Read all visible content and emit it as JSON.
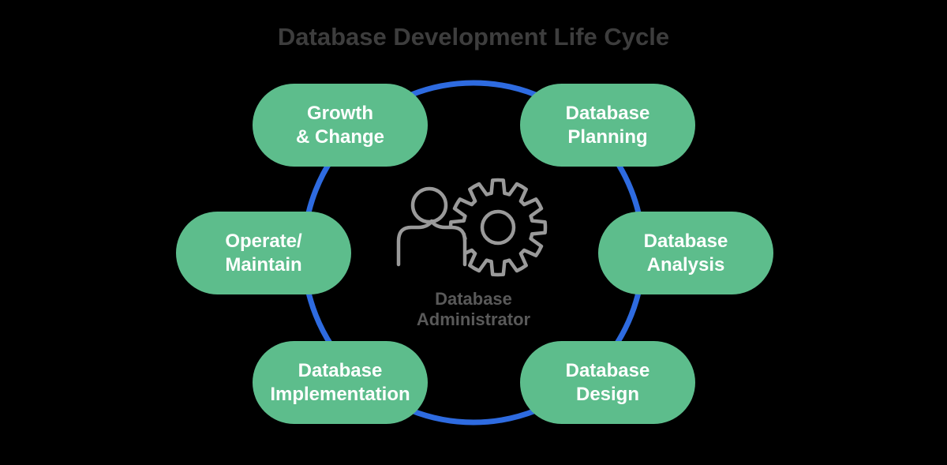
{
  "title": "Database Development Life Cycle",
  "colors": {
    "background": "#000000",
    "node_green": "#5dbd8c",
    "cycle_blue": "#2e6be0",
    "title_text": "#3d3d3d",
    "icon_stroke": "#9a9a9a",
    "center_text": "#595959",
    "node_text": "#ffffff"
  },
  "diagram": {
    "type": "cycle",
    "center": {
      "label": "Database\nAdministrator",
      "icon": "database-administrator-icon"
    },
    "nodes": [
      {
        "id": "database-planning",
        "label": "Database\nPlanning",
        "position": "top-right"
      },
      {
        "id": "database-analysis",
        "label": "Database\nAnalysis",
        "position": "right"
      },
      {
        "id": "database-design",
        "label": "Database\nDesign",
        "position": "bottom-right"
      },
      {
        "id": "database-implementation",
        "label": "Database\nImplementation",
        "position": "bottom-left"
      },
      {
        "id": "operate-maintain",
        "label": "Operate/\nMaintain",
        "position": "left"
      },
      {
        "id": "growth-change",
        "label": "Growth\n& Change",
        "position": "top-left"
      }
    ]
  }
}
